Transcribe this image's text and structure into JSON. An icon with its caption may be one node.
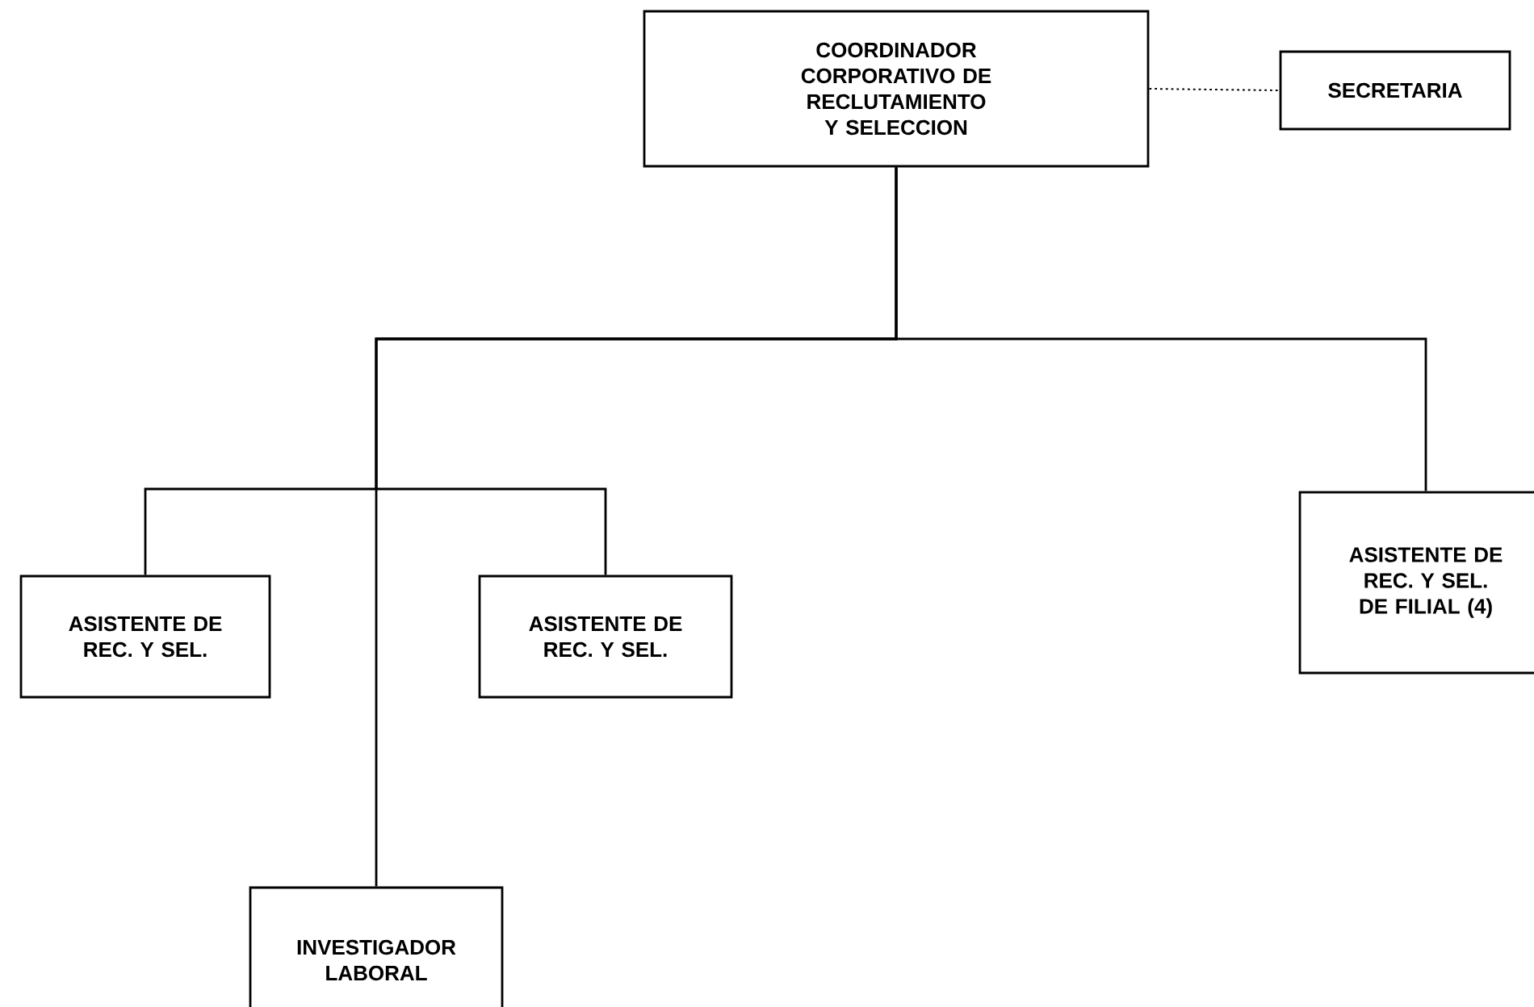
{
  "diagram": {
    "nodes": [
      {
        "text": [
          "COORDINADOR CORPORATIVO DE RECLUTAMIENTO Y SELECCION"
        ]
      },
      {
        "text": [
          "SECRETARIA"
        ]
      },
      {
        "text": [
          "ASISTENTE DE REC. Y SEL."
        ]
      },
      {
        "text": [
          "ASISTENTE DE REC. Y SEL."
        ]
      },
      {
        "text": [
          "ASISTENTE DE REC. Y SEL. DE FILIAL (4)"
        ]
      },
      {
        "text": [
          "INVESTIGADOR LABORAL"
        ]
      }
    ],
    "edges": [
      {
        "from": 0,
        "to": 1,
        "arrow": "none",
        "style": "dashed"
      },
      {
        "from": 0,
        "to": 2,
        "arrow": "none"
      },
      {
        "from": 0,
        "to": 3,
        "arrow": "none"
      },
      {
        "from": 0,
        "to": 4,
        "arrow": "none"
      },
      {
        "from": 0,
        "to": 5,
        "arrow": "none"
      }
    ]
  }
}
